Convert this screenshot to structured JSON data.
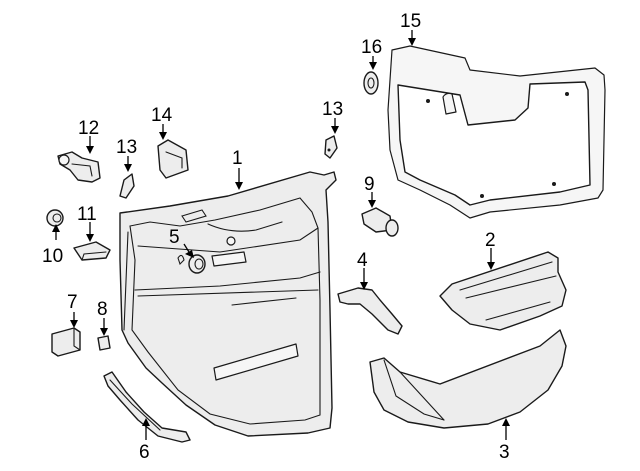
{
  "diagram": {
    "callouts": [
      {
        "id": "1",
        "text": "1"
      },
      {
        "id": "2",
        "text": "2"
      },
      {
        "id": "3",
        "text": "3"
      },
      {
        "id": "4",
        "text": "4"
      },
      {
        "id": "5",
        "text": "5"
      },
      {
        "id": "6",
        "text": "6"
      },
      {
        "id": "7",
        "text": "7"
      },
      {
        "id": "8",
        "text": "8"
      },
      {
        "id": "9",
        "text": "9"
      },
      {
        "id": "10",
        "text": "10"
      },
      {
        "id": "11",
        "text": "11"
      },
      {
        "id": "12",
        "text": "12"
      },
      {
        "id": "13a",
        "text": "13"
      },
      {
        "id": "13b",
        "text": "13"
      },
      {
        "id": "14",
        "text": "14"
      },
      {
        "id": "15",
        "text": "15"
      },
      {
        "id": "16",
        "text": "16"
      }
    ],
    "colors": {
      "stroke": "#1a1a1a",
      "fill": "#ededed",
      "background": "#ffffff"
    }
  }
}
